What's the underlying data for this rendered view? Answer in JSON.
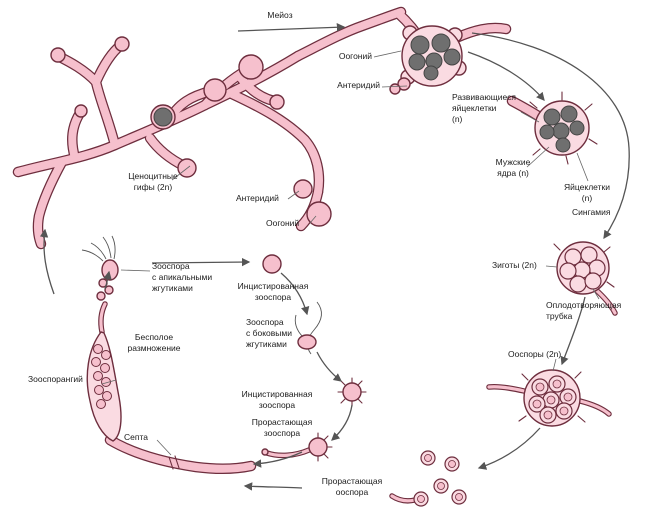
{
  "diagram": {
    "labels": {
      "meiosis": "Мейоз",
      "oogonium_top": "Оогоний",
      "antheridium_top": "Антеридий",
      "developing_eggs": "Развивающиеся\nяйцеклетки\n(n)",
      "male_nuclei": "Мужские\nядра (n)",
      "egg_cells": "Яйцеклетки\n(n)",
      "syngamy": "Сингамия",
      "zygotes": "Зиготы (2n)",
      "fertilization_tube": "Оплодотворяющая\nтрубка",
      "oospores": "Ооспоры (2n)",
      "germinating_oospore": "Прорастающая\nооспора",
      "coenocytic_hyphae": "Ценоцитные\nгифы (2n)",
      "antheridium_left": "Антеридий",
      "oogonium_left": "Оогоний",
      "zoospore_apical": "Зооспора\nс апикальными\nжгутиками",
      "encysted_zoospore_1": "Инцистированная\nзооспора",
      "zoospore_lateral": "Зооспора\nс боковыми\nжгутиками",
      "asexual_reproduction": "Бесполое\nразмножение",
      "encysted_zoospore_2": "Инцистированная\nзооспора",
      "germinating_zoospore": "Прорастающая\nзооспора",
      "zoosporangium": "Зооспорангий",
      "septum": "Септа"
    },
    "colors": {
      "fill_pink": "#f6c0cd",
      "fill_pink_light": "#fadbe2",
      "outline": "#6e2e3e",
      "dark_nuclei": "#6f6f6f",
      "arrow": "#555555",
      "background": "#ffffff"
    }
  }
}
